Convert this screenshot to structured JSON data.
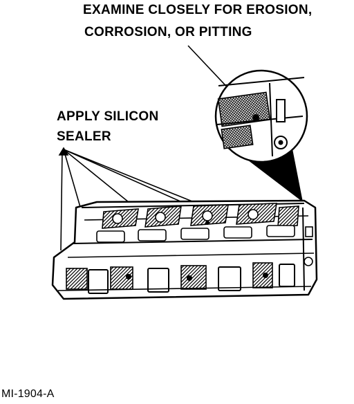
{
  "callouts": {
    "examine_line1": "EXAMINE CLOSELY FOR EROSION,",
    "examine_line2": "CORROSION, OR PITTING",
    "sealer_line1": "APPLY SILICON",
    "sealer_line2": "SEALER"
  },
  "figure_code": "MI-1904-A",
  "colors": {
    "ink": "#000000",
    "paper": "#ffffff"
  }
}
